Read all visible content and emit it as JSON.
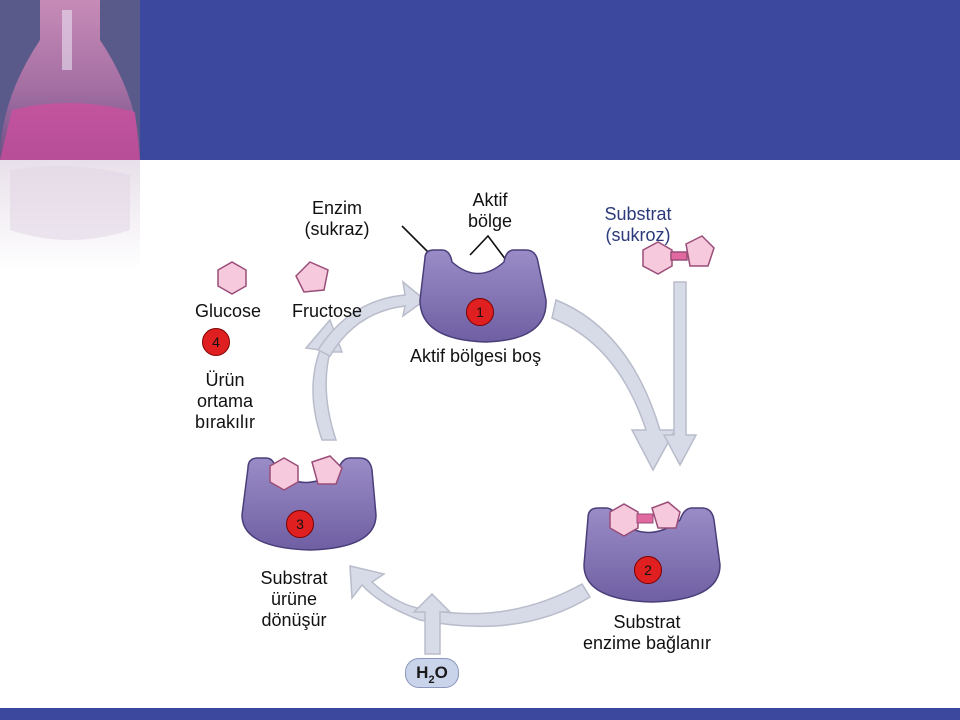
{
  "colors": {
    "header": "#3c479e",
    "enzyme": "#8a7bb8",
    "substrate": "#f6c9dc",
    "arrow": "#d7dbe7",
    "badge": "#e02020"
  },
  "labels": {
    "enzyme": [
      "Enzim",
      "(sukraz)"
    ],
    "active_site": [
      "Aktif",
      "bölge"
    ],
    "substrate": [
      "Substrat",
      "(sukroz)"
    ],
    "glucose": "Glucose",
    "fructose": "Fructose",
    "step1_caption": "Aktif bölgesi boş",
    "step2_caption": [
      "Substrat",
      "enzime bağlanır"
    ],
    "step3_caption": [
      "Substrat",
      "ürüne",
      "dönüşür"
    ],
    "step4_caption": [
      "Ürün",
      "ortama",
      "bırakılır"
    ],
    "water": {
      "main": "H",
      "sub": "2",
      "tail": "O"
    }
  },
  "steps": [
    "1",
    "2",
    "3",
    "4"
  ]
}
